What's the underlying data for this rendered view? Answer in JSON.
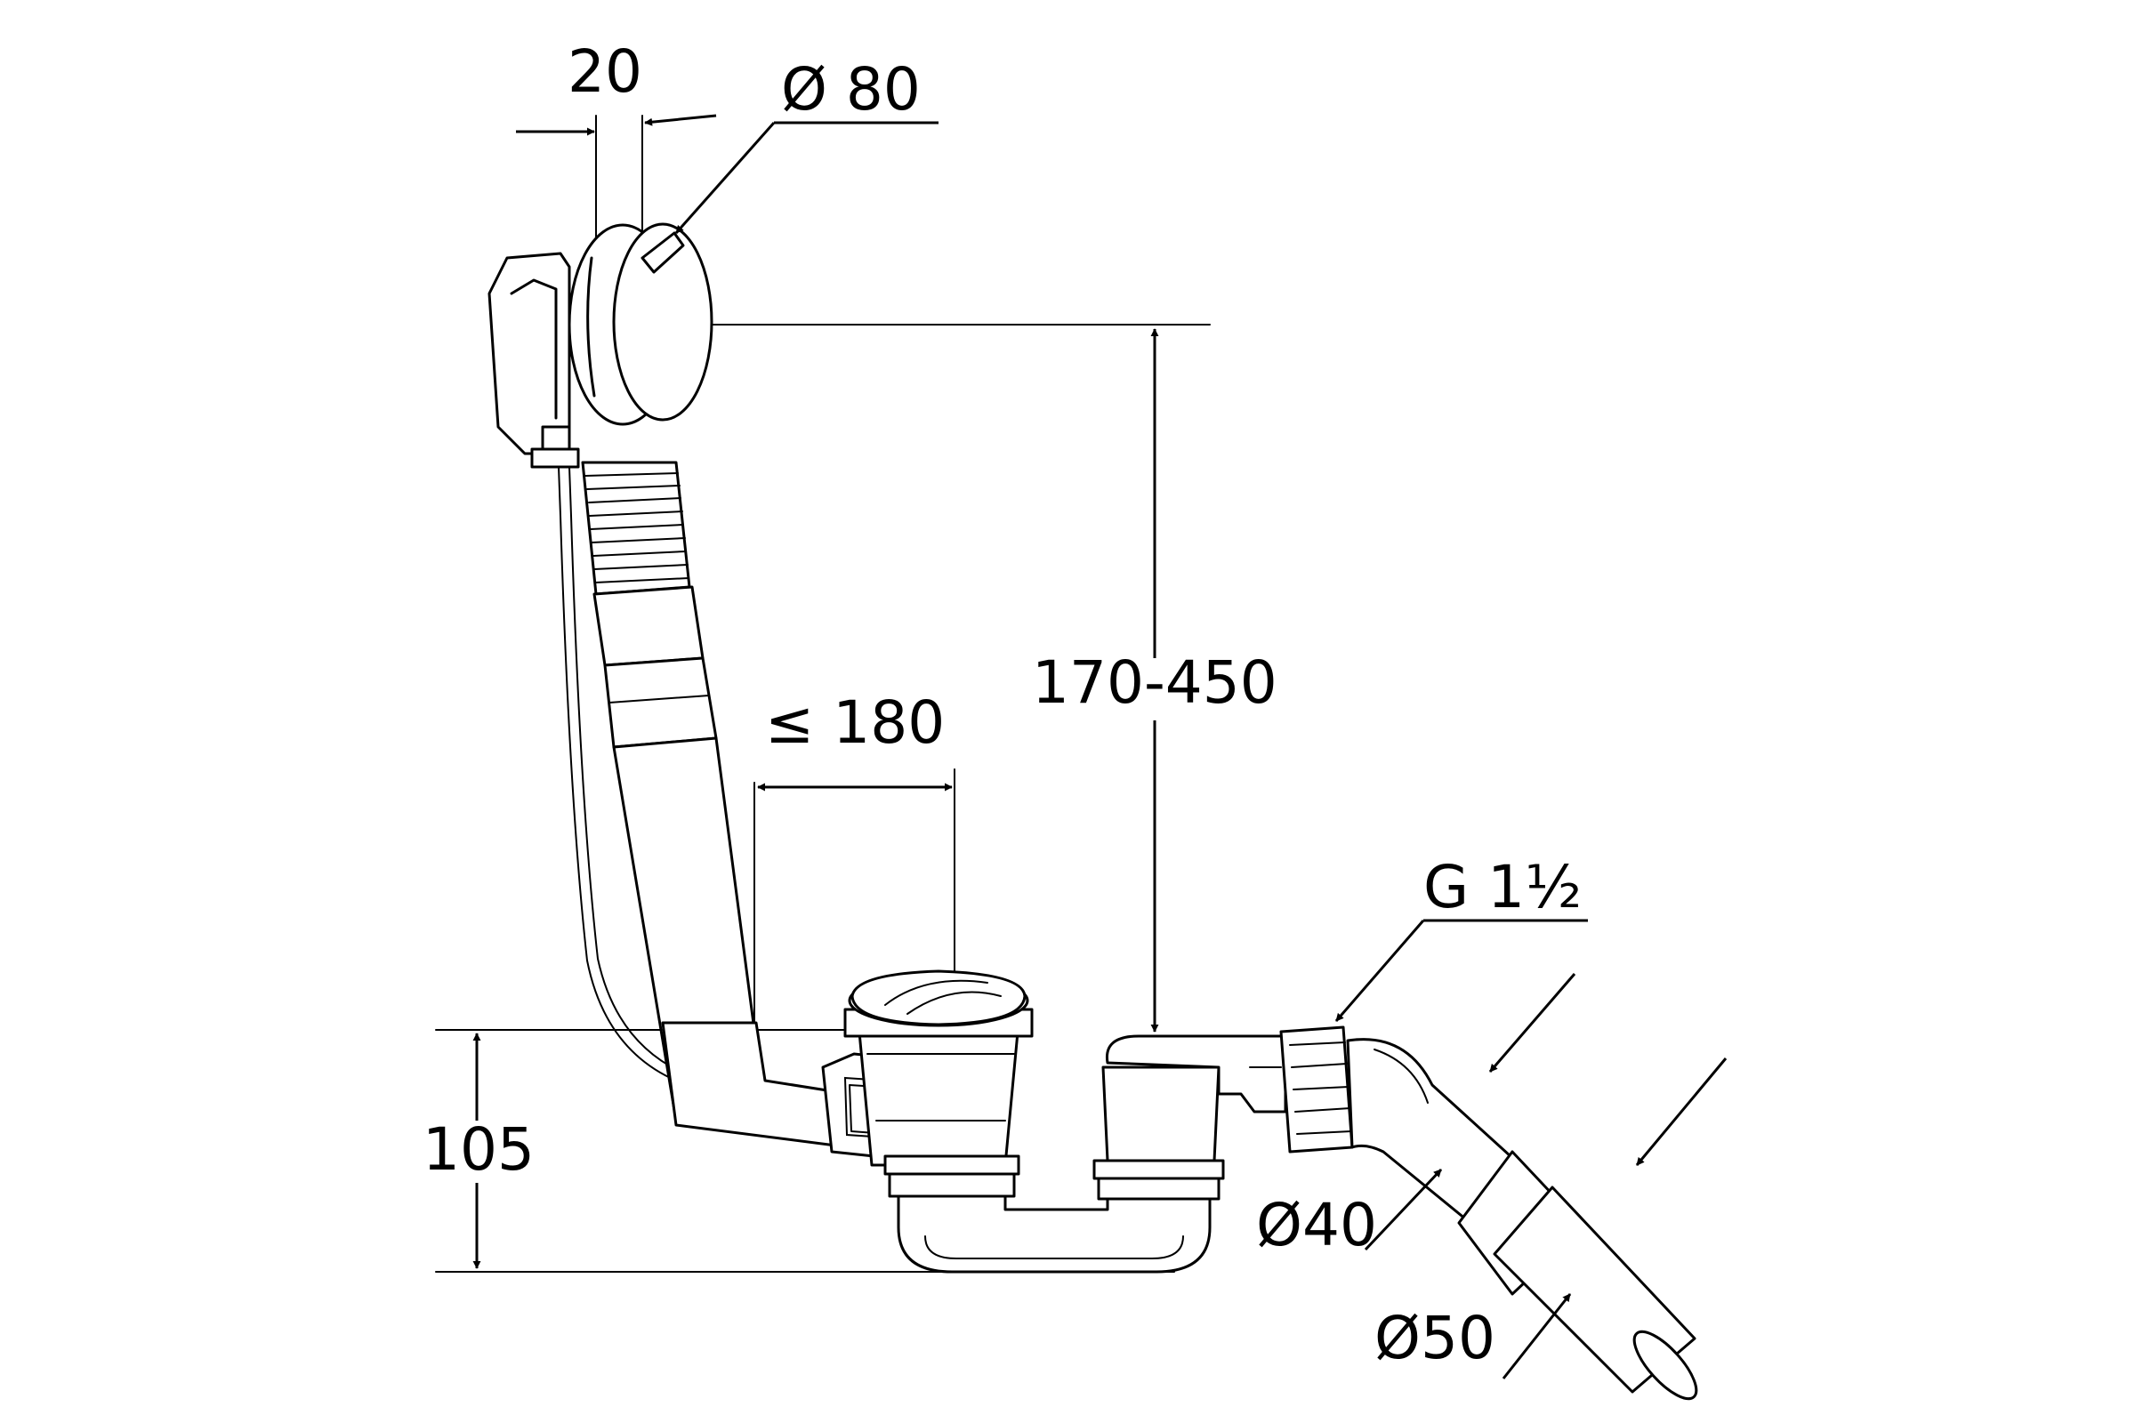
{
  "dimensions": {
    "width_20": "20",
    "dia_80": "Ø 80",
    "range_170_450": "170-450",
    "max_180": "≤ 180",
    "height_105": "105",
    "thread_g": "G 1½",
    "dia_40": "Ø40",
    "dia_50": "Ø50"
  },
  "colors": {
    "line": "#000000",
    "background": "#ffffff"
  }
}
